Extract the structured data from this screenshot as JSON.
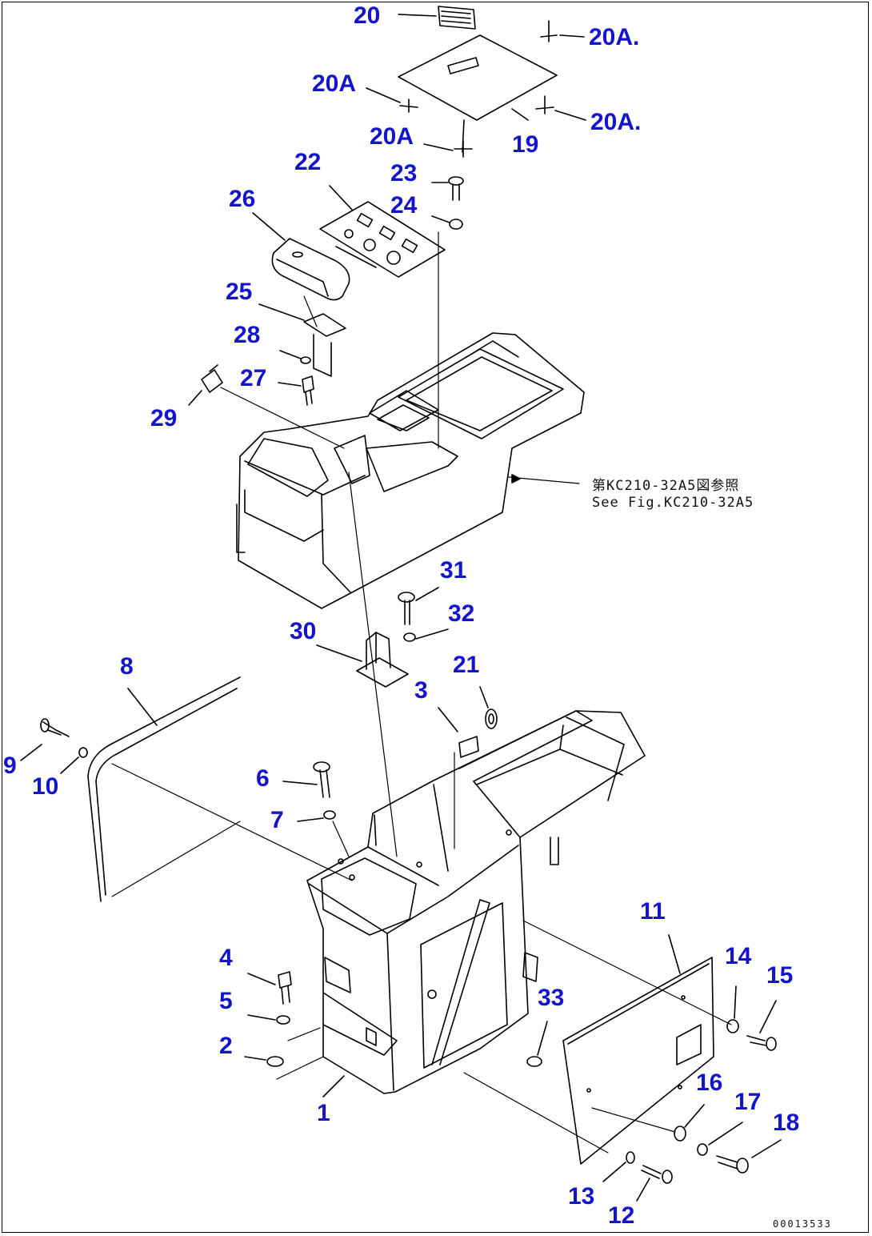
{
  "callouts": {
    "c20": "20",
    "c20a_1": "20A.",
    "c20a_2": "20A",
    "c20a_3": "20A.",
    "c20a_4": "20A",
    "c19": "19",
    "c22": "22",
    "c23": "23",
    "c24": "24",
    "c26": "26",
    "c25": "25",
    "c28": "28",
    "c27": "27",
    "c29": "29",
    "c31": "31",
    "c32": "32",
    "c30": "30",
    "c8": "8",
    "c21": "21",
    "c3": "3",
    "c9": "9",
    "c10": "10",
    "c6": "6",
    "c7": "7",
    "c11": "11",
    "c14": "14",
    "c15": "15",
    "c4": "4",
    "c5": "5",
    "c33": "33",
    "c2": "2",
    "c1": "1",
    "c16": "16",
    "c17": "17",
    "c18": "18",
    "c13": "13",
    "c12": "12"
  },
  "reference_note": {
    "line1": "第KC210-32A5図参照",
    "line2": "See Fig.KC210-32A5"
  },
  "document_number": "00013533"
}
